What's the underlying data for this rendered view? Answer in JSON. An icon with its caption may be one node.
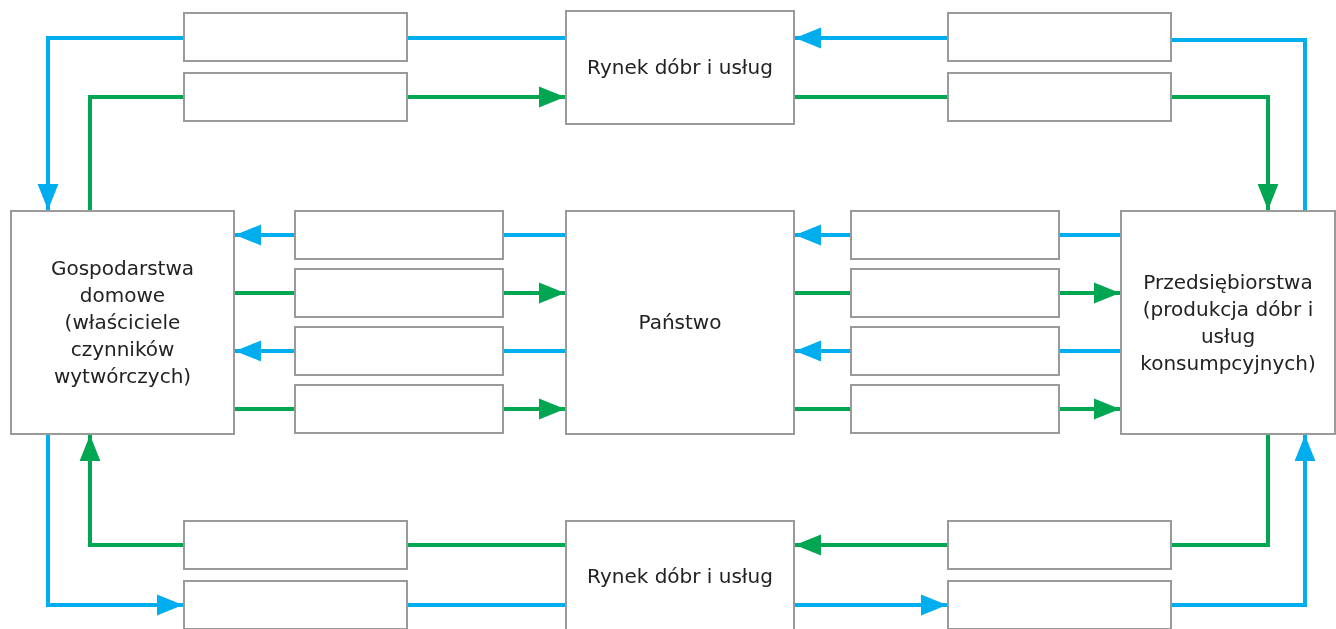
{
  "diagram": {
    "nodes": [
      {
        "text": [
          "Rynek dóbr i usług"
        ]
      },
      {
        "text": [
          "Gospodarstwa domowe (właściciele czynników wytwórczych)"
        ]
      },
      {
        "text": [
          "Państwo"
        ]
      },
      {
        "text": [
          "Przedsiębiorstwa (produkcja dóbr i usług konsumpcyjnych)"
        ]
      },
      {
        "text": [
          "Rynek dóbr i usług"
        ]
      },
      {
        "text": [],
        "shape": "box"
      },
      {
        "text": [],
        "shape": "box"
      },
      {
        "text": [],
        "shape": "box"
      },
      {
        "text": [],
        "shape": "box"
      },
      {
        "text": [],
        "shape": "box"
      },
      {
        "text": [],
        "shape": "box"
      },
      {
        "text": [],
        "shape": "box"
      },
      {
        "text": [],
        "shape": "box"
      },
      {
        "text": [],
        "shape": "box"
      },
      {
        "text": [],
        "shape": "box"
      },
      {
        "text": [],
        "shape": "box"
      },
      {
        "text": [],
        "shape": "box"
      },
      {
        "text": [],
        "shape": "box"
      },
      {
        "text": [],
        "shape": "box"
      },
      {
        "text": [],
        "shape": "box"
      },
      {
        "text": [],
        "shape": "box"
      }
    ],
    "edges": [
      {
        "from": 3,
        "to": 6,
        "arrow": "none",
        "color": "#00aeef"
      },
      {
        "from": 6,
        "to": 0,
        "arrow": "to",
        "color": "#00aeef"
      },
      {
        "from": 0,
        "to": 5,
        "arrow": "none",
        "color": "#00aeef"
      },
      {
        "from": 5,
        "to": 1,
        "arrow": "to",
        "color": "#00aeef"
      },
      {
        "from": 1,
        "to": 7,
        "arrow": "none",
        "color": "#00a651"
      },
      {
        "from": 7,
        "to": 0,
        "arrow": "to",
        "color": "#00a651"
      },
      {
        "from": 0,
        "to": 8,
        "arrow": "none",
        "color": "#00a651"
      },
      {
        "from": 8,
        "to": 3,
        "arrow": "to",
        "color": "#00a651"
      },
      {
        "from": 2,
        "to": 9,
        "arrow": "none",
        "color": "#00aeef"
      },
      {
        "from": 9,
        "to": 1,
        "arrow": "to",
        "color": "#00aeef"
      },
      {
        "from": 3,
        "to": 10,
        "arrow": "none",
        "color": "#00aeef"
      },
      {
        "from": 10,
        "to": 2,
        "arrow": "to",
        "color": "#00aeef"
      },
      {
        "from": 1,
        "to": 11,
        "arrow": "none",
        "color": "#00a651"
      },
      {
        "from": 11,
        "to": 2,
        "arrow": "to",
        "color": "#00a651"
      },
      {
        "from": 2,
        "to": 12,
        "arrow": "none",
        "color": "#00a651"
      },
      {
        "from": 12,
        "to": 3,
        "arrow": "to",
        "color": "#00a651"
      },
      {
        "from": 2,
        "to": 13,
        "arrow": "none",
        "color": "#00aeef"
      },
      {
        "from": 13,
        "to": 1,
        "arrow": "to",
        "color": "#00aeef"
      },
      {
        "from": 3,
        "to": 14,
        "arrow": "none",
        "color": "#00aeef"
      },
      {
        "from": 14,
        "to": 2,
        "arrow": "to",
        "color": "#00aeef"
      },
      {
        "from": 1,
        "to": 15,
        "arrow": "none",
        "color": "#00a651"
      },
      {
        "from": 15,
        "to": 2,
        "arrow": "to",
        "color": "#00a651"
      },
      {
        "from": 2,
        "to": 16,
        "arrow": "none",
        "color": "#00a651"
      },
      {
        "from": 16,
        "to": 3,
        "arrow": "to",
        "color": "#00a651"
      },
      {
        "from": 3,
        "to": 18,
        "arrow": "none",
        "color": "#00a651"
      },
      {
        "from": 18,
        "to": 4,
        "arrow": "to",
        "color": "#00a651"
      },
      {
        "from": 4,
        "to": 17,
        "arrow": "none",
        "color": "#00a651"
      },
      {
        "from": 17,
        "to": 1,
        "arrow": "to",
        "color": "#00a651"
      },
      {
        "from": 1,
        "to": 19,
        "arrow": "to",
        "color": "#00aeef"
      },
      {
        "from": 19,
        "to": 4,
        "arrow": "none",
        "color": "#00aeef"
      },
      {
        "from": 4,
        "to": 20,
        "arrow": "to",
        "color": "#00aeef"
      },
      {
        "from": 20,
        "to": 3,
        "arrow": "to",
        "color": "#00aeef"
      }
    ]
  }
}
